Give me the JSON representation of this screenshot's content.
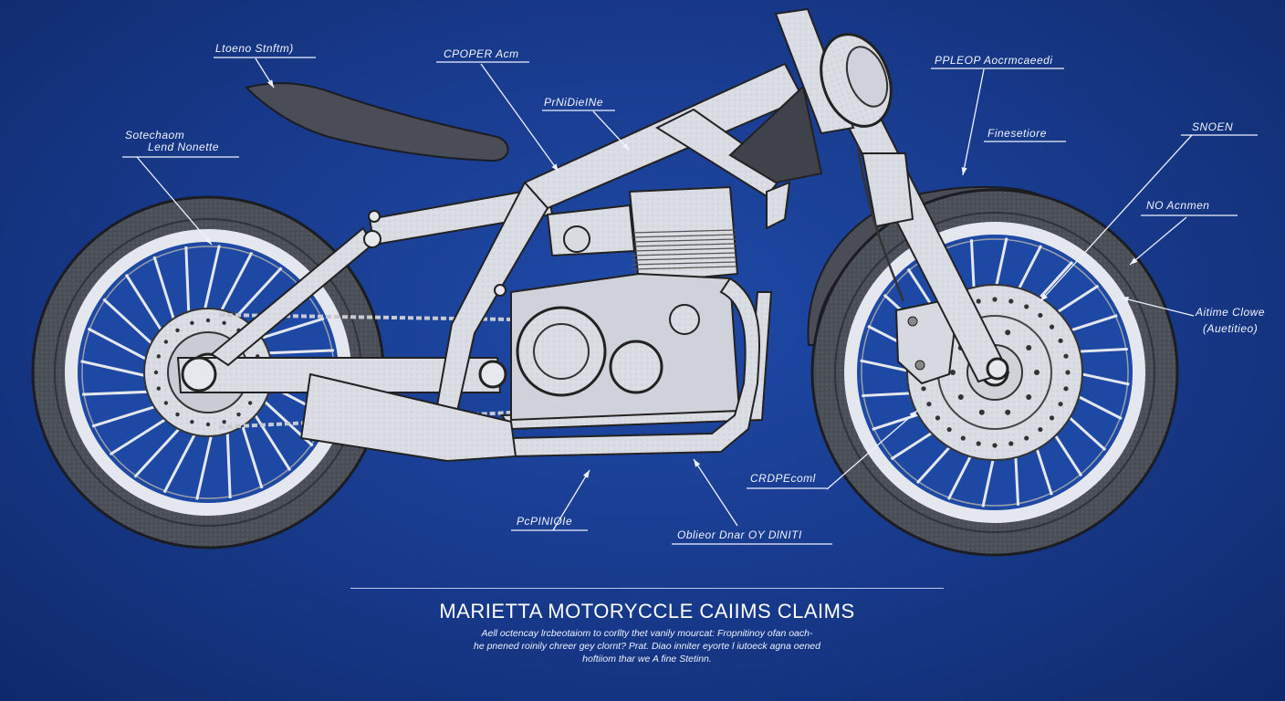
{
  "callouts": [
    {
      "id": "seat",
      "text": "Ltoeno Stnftm)"
    },
    {
      "id": "frame-top",
      "text": "CPOPER Acm"
    },
    {
      "id": "frame-mid",
      "text": "PrNiDieINe"
    },
    {
      "id": "rear-wheel-1",
      "text": "Sotechaom"
    },
    {
      "id": "rear-wheel-2",
      "text": "Lend Nonette"
    },
    {
      "id": "headlight",
      "text": "PPLEOP Aocrmcaeedi"
    },
    {
      "id": "fender",
      "text": "Finesetiore"
    },
    {
      "id": "stem",
      "text": "SNOEN"
    },
    {
      "id": "fork",
      "text": "NO Acnmen"
    },
    {
      "id": "tire-1",
      "text": "Aitime Clowe"
    },
    {
      "id": "tire-2",
      "text": "(Auetitieo)"
    },
    {
      "id": "disc",
      "text": "CRDPEcoml"
    },
    {
      "id": "exhaust",
      "text": "PcPINIOIe"
    },
    {
      "id": "pipe",
      "text": "Oblieor Dnar OY DlNITI"
    }
  ],
  "title": "MARIETTA MOTORYCCLE CAIIMS CLAIMS",
  "description": [
    "Aell octencay lrcbeotaiom to corllty thet vanily mourcat:   Fropnitinoy ofan oach-",
    "he pnened roinily chreer gey clornt?  Prat. Diao inniter eyorte l iutoeck agna oened",
    "hoftiiom thar we A fine Stetinn."
  ],
  "colors": {
    "background": "#17398a",
    "line": "#eef2ff",
    "metal": "#d8dbe2",
    "tire": "#4a4d55"
  }
}
